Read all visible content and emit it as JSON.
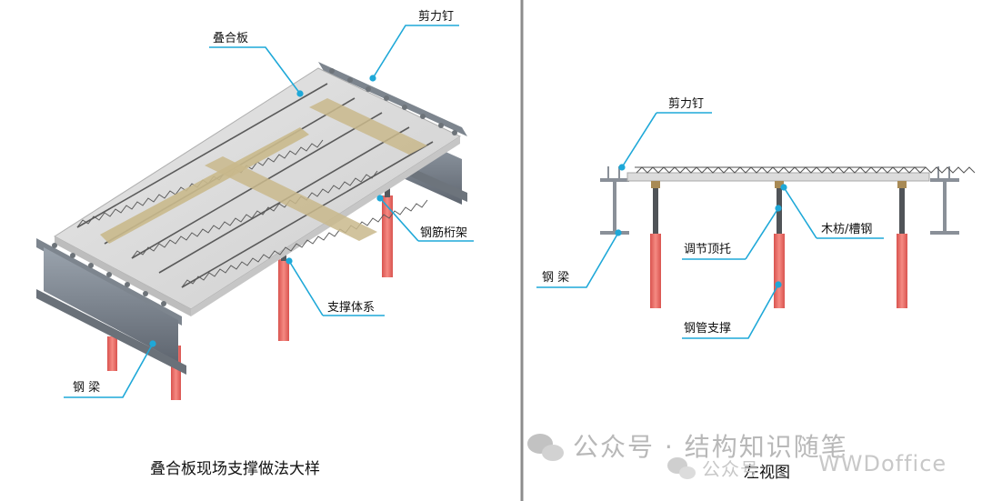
{
  "left_panel": {
    "labels": {
      "slab": "叠合板",
      "stud": "剪力钉",
      "truss": "钢筋桁架",
      "support": "支撑体系",
      "beam": "钢 梁"
    },
    "caption": "叠合板现场支撑做法大样"
  },
  "right_panel": {
    "labels": {
      "stud": "剪力钉",
      "timber": "木枋/槽钢",
      "jack": "调节顶托",
      "beam": "钢 梁",
      "pipe": "钢管支撑"
    },
    "caption": "左视图"
  },
  "watermark": {
    "account": "公众号 · 结构知识随笔",
    "account_small": "公众号",
    "brand": "WWDoffice"
  },
  "colors": {
    "leader_line": "#1ea8d8",
    "pipe": "#ee6b63",
    "steel": "#8a9098",
    "divider": "#8c8c8c"
  }
}
